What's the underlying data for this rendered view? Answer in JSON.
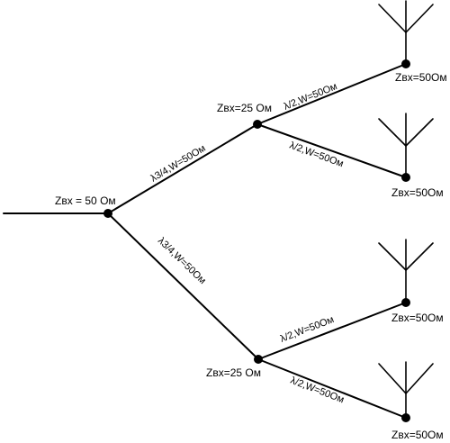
{
  "nodes": {
    "root": {
      "label": "Zвх = 50 Ом"
    },
    "split_upper": {
      "label": "Zвх=25 Ом"
    },
    "split_lower": {
      "label": "Zвх=25 Ом"
    },
    "ant1": {
      "label": "Zвх=50Ом"
    },
    "ant2": {
      "label": "Zвх=50Ом"
    },
    "ant3": {
      "label": "Zвх=50Ом"
    },
    "ant4": {
      "label": "Zвх=50Ом"
    }
  },
  "lines": {
    "root_upper": {
      "label": "λ3/4,W=50Ом"
    },
    "root_lower": {
      "label": "λ3/4,W=50Ом"
    },
    "upper_ant1": {
      "label": "λ/2,W=50Ом"
    },
    "upper_ant2": {
      "label": "λ/2,W=50Ом"
    },
    "lower_ant3": {
      "label": "λ/2,W=50Ом"
    },
    "lower_ant4": {
      "label": "λ/2,W=50Ом"
    }
  },
  "icons": [
    "antenna-icon"
  ]
}
